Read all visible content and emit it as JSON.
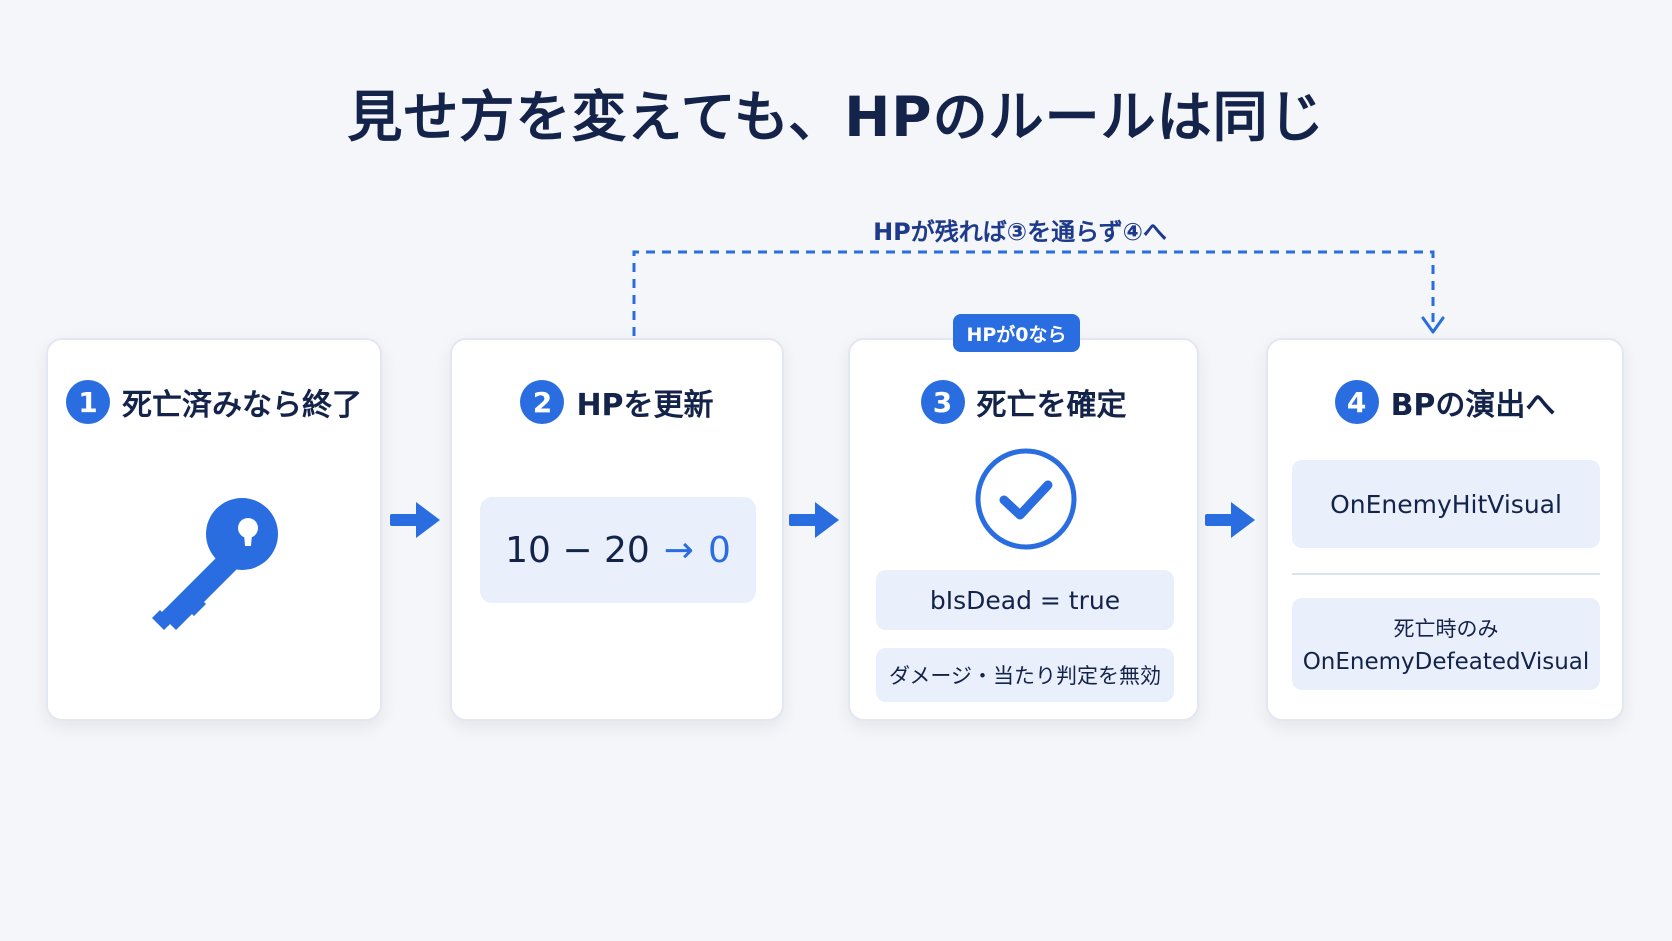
{
  "title": "見せ方を変えても、HPのルールは同じ",
  "loop": {
    "label": "HPが残れば③を通らず④へ"
  },
  "steps": [
    {
      "number": "1",
      "title": "死亡済みなら終了",
      "icon": "key-icon"
    },
    {
      "number": "2",
      "title": "HPを更新",
      "formula": {
        "lhs": "10 − 20",
        "arrow": "→",
        "result": "0"
      }
    },
    {
      "number": "3",
      "title": "死亡を確定",
      "condition": "HPが0なら",
      "icon": "check-circle-icon",
      "code": "bIsDead = true",
      "note": "ダメージ・当たり判定を無効"
    },
    {
      "number": "4",
      "title": "BPの演出へ",
      "event1": "OnEnemyHitVisual",
      "event2_label": "死亡時のみ",
      "event2": "OnEnemyDefeatedVisual"
    }
  ],
  "colors": {
    "accent": "#2a6de0",
    "text": "#14234a",
    "chip": "#e9effb",
    "background": "#f5f6f9"
  }
}
